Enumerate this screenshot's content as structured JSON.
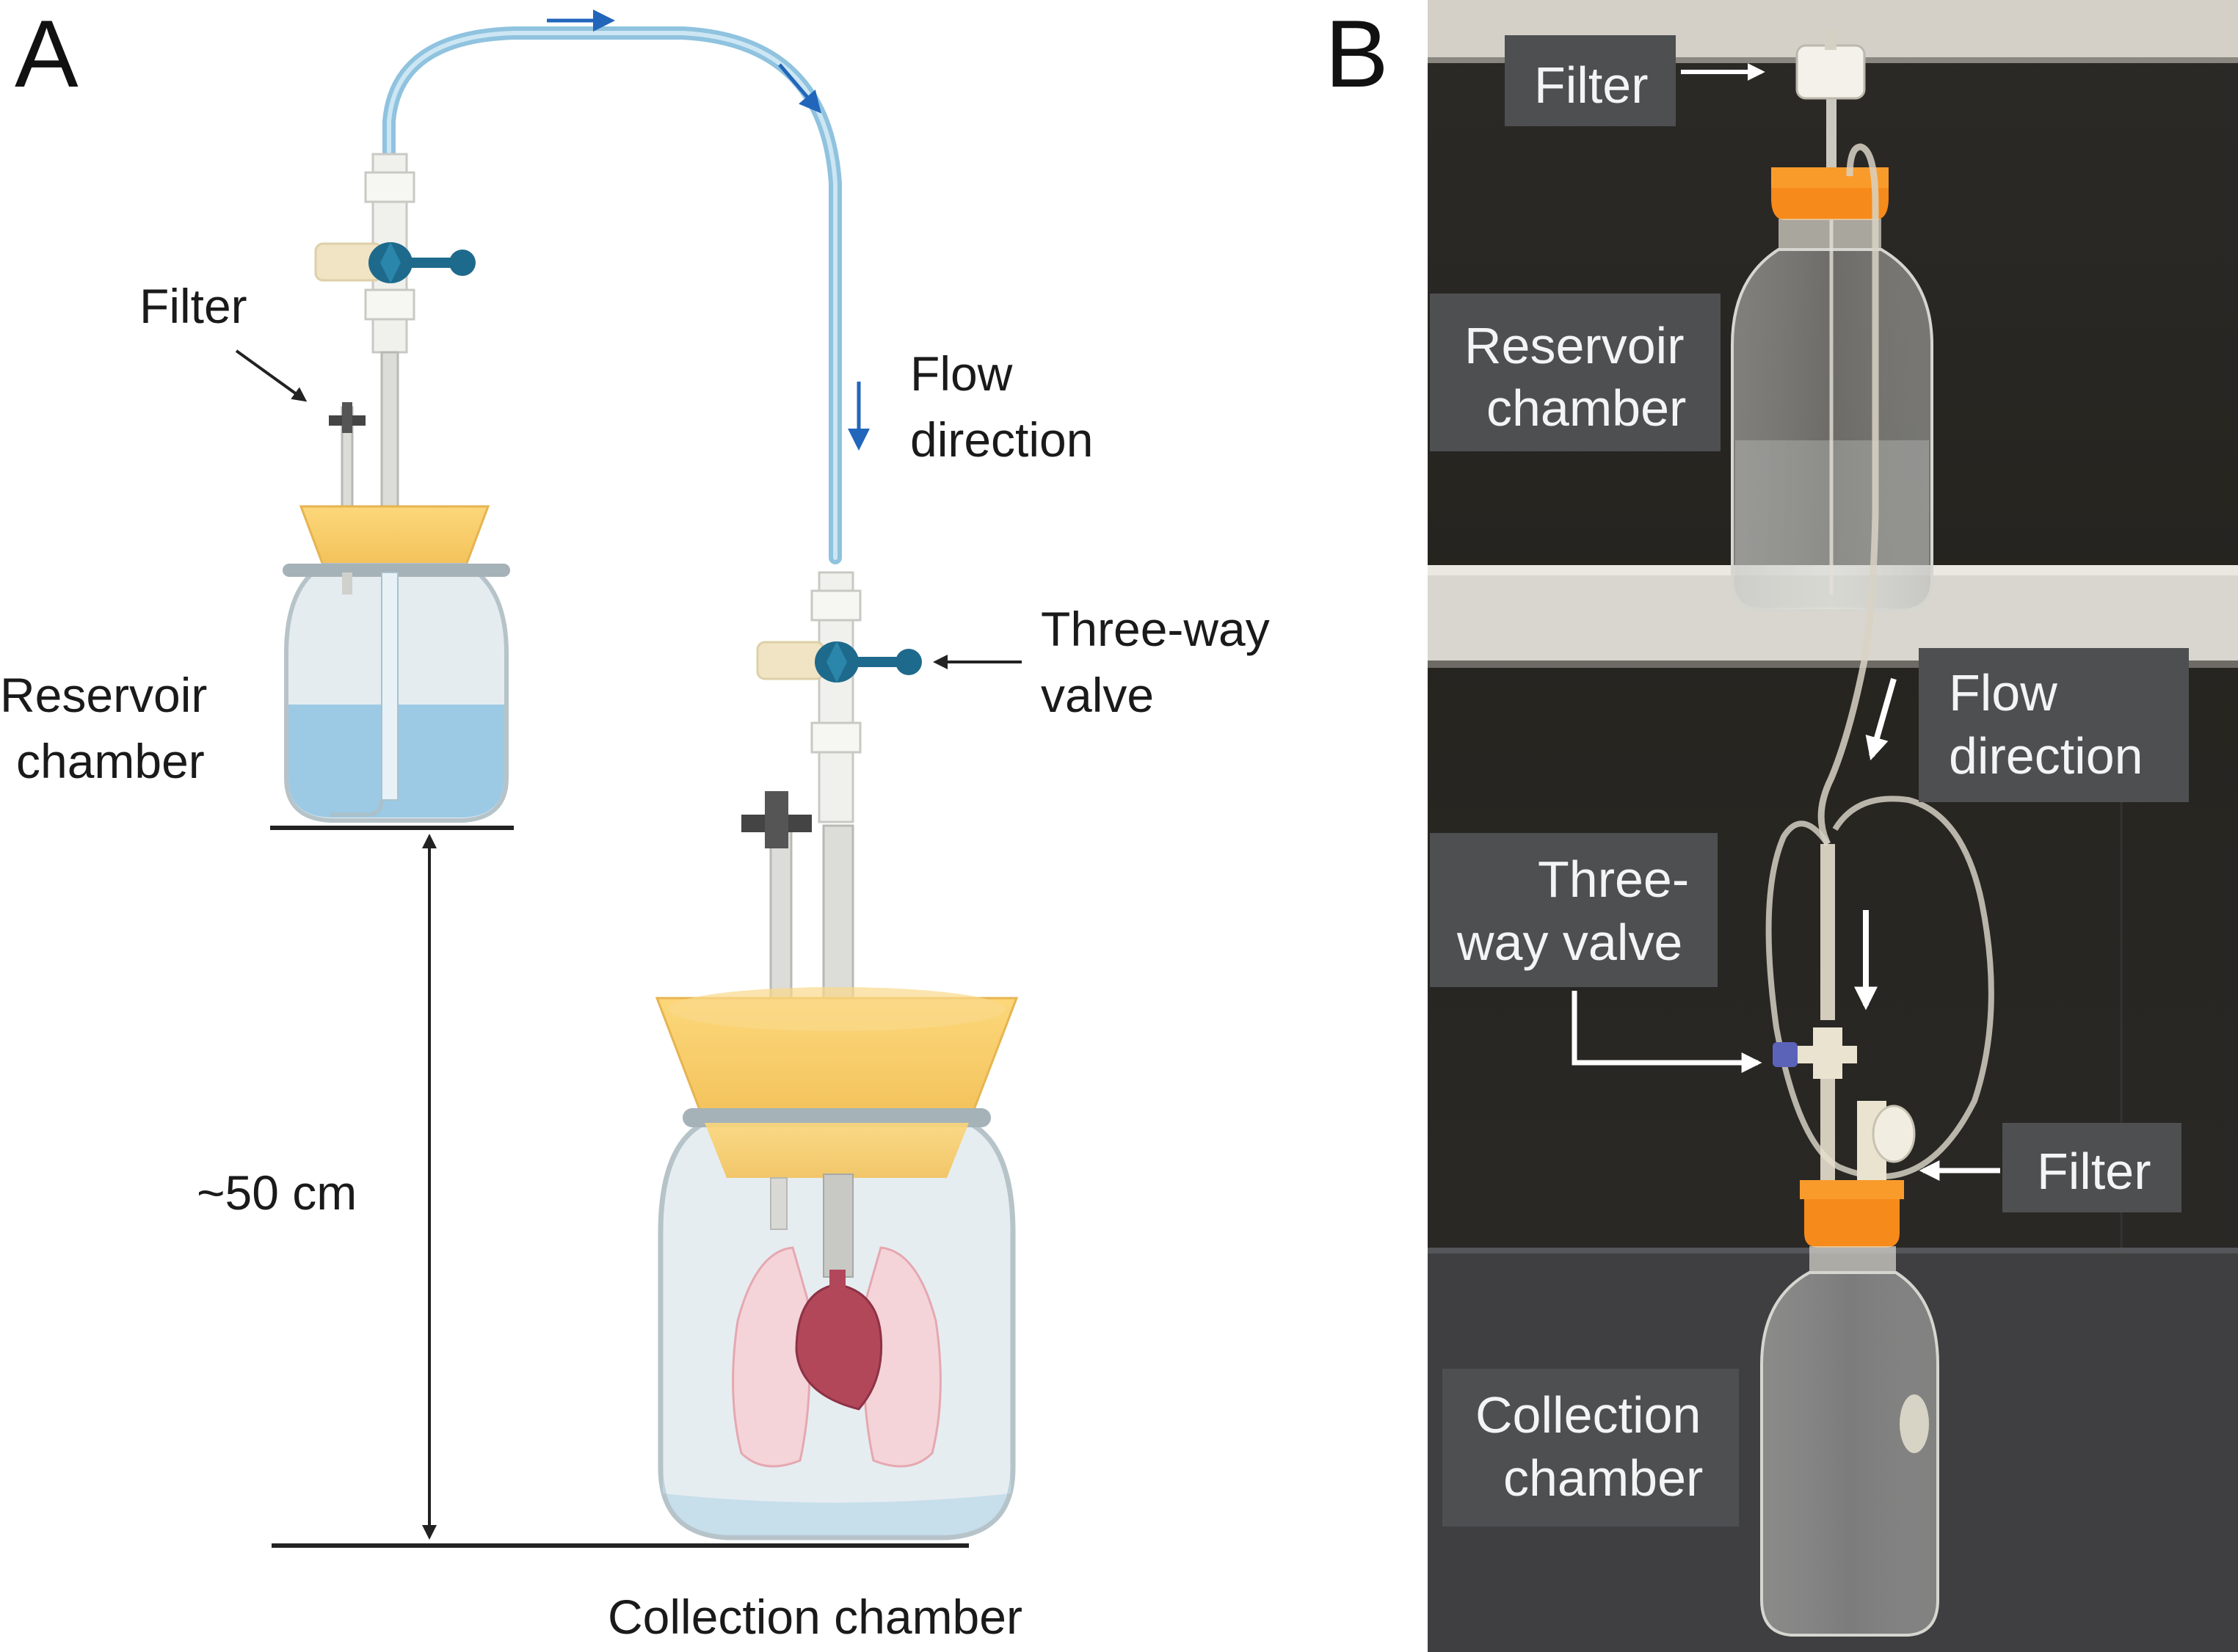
{
  "panel_a": {
    "letter": "A",
    "labels": {
      "filter": "Filter",
      "flow_line1": "Flow",
      "flow_line2": "direction",
      "valve_line1": "Three-way",
      "valve_line2": "valve",
      "reservoir_line1": "Reservoir",
      "reservoir_line2": "chamber",
      "height": "~50 cm",
      "collection": "Collection chamber"
    }
  },
  "panel_b": {
    "letter": "B",
    "labels": {
      "filter_top": "Filter",
      "reservoir_line1": "Reservoir",
      "reservoir_line2": "chamber",
      "flow_line1": "Flow",
      "flow_line2": "direction",
      "valve_line1": "Three-",
      "valve_line2": "way valve",
      "filter_bottom": "Filter",
      "collection_line1": "Collection",
      "collection_line2": "chamber"
    }
  },
  "colors": {
    "tube": "#9ccbe3",
    "liquid": "#8fc4e2",
    "stopper": "#f4c862",
    "valve": "#1e6a8c",
    "arrow_blue": "#2266bb",
    "label_box": "#4d4f51",
    "shelf": "#d9d6cf"
  }
}
